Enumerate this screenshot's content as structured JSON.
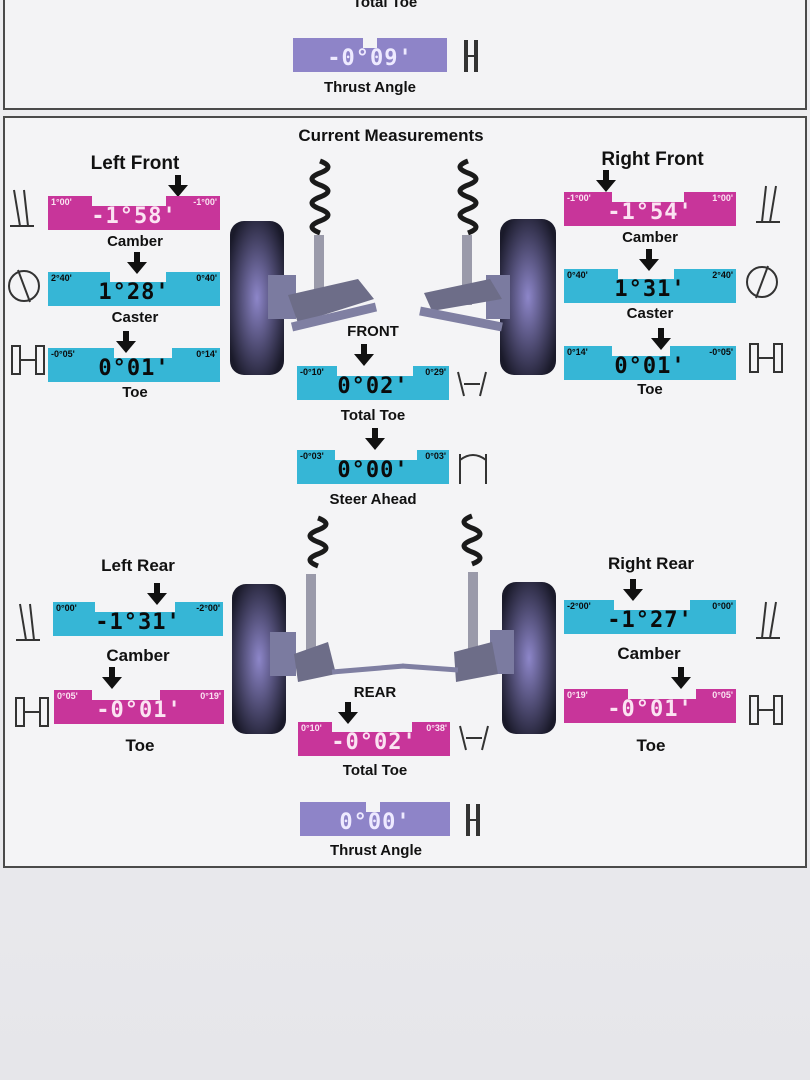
{
  "top": {
    "total_toe_label": "Total Toe",
    "thrust_angle": {
      "value": "-0°09'",
      "label": "Thrust Angle"
    }
  },
  "section_title": "Current Measurements",
  "front": {
    "label": "FRONT",
    "left": {
      "title": "Left Front",
      "camber": {
        "value": "-1°58'",
        "min": "1°00'",
        "max": "-1°00'",
        "label": "Camber"
      },
      "caster": {
        "value": "1°28'",
        "min": "2°40'",
        "max": "0°40'",
        "label": "Caster"
      },
      "toe": {
        "value": "0°01'",
        "min": "-0°05'",
        "max": "0°14'",
        "label": "Toe"
      }
    },
    "right": {
      "title": "Right Front",
      "camber": {
        "value": "-1°54'",
        "min": "-1°00'",
        "max": "1°00'",
        "label": "Camber"
      },
      "caster": {
        "value": "1°31'",
        "min": "0°40'",
        "max": "2°40'",
        "label": "Caster"
      },
      "toe": {
        "value": "0°01'",
        "min": "0°14'",
        "max": "-0°05'",
        "label": "Toe"
      }
    },
    "total_toe": {
      "value": "0°02'",
      "min": "-0°10'",
      "max": "0°29'",
      "label": "Total Toe"
    },
    "steer_ahead": {
      "value": "0°00'",
      "min": "-0°03'",
      "max": "0°03'",
      "label": "Steer Ahead"
    }
  },
  "rear": {
    "label": "REAR",
    "left": {
      "title": "Left Rear",
      "camber": {
        "value": "-1°31'",
        "min": "0°00'",
        "max": "-2°00'",
        "label": "Camber"
      },
      "toe": {
        "value": "-0°01'",
        "min": "0°05'",
        "max": "0°19'",
        "label": "Toe"
      }
    },
    "right": {
      "title": "Right Rear",
      "camber": {
        "value": "-1°27'",
        "min": "-2°00'",
        "max": "0°00'",
        "label": "Camber"
      },
      "toe": {
        "value": "-0°01'",
        "min": "0°19'",
        "max": "0°05'",
        "label": "Toe"
      }
    },
    "total_toe": {
      "value": "-0°02'",
      "min": "0°10'",
      "max": "0°38'",
      "label": "Total Toe"
    },
    "thrust_angle": {
      "value": "0°00'",
      "label": "Thrust Angle"
    }
  },
  "colors": {
    "out_of_spec": "#c8359a",
    "in_spec": "#36b6d6",
    "reference": "#8e84c8"
  },
  "icons": [
    "camber-icon",
    "caster-icon",
    "toe-icon",
    "total-toe-icon",
    "steer-ahead-icon",
    "thrust-angle-icon",
    "wheel-assembly-illustration"
  ]
}
